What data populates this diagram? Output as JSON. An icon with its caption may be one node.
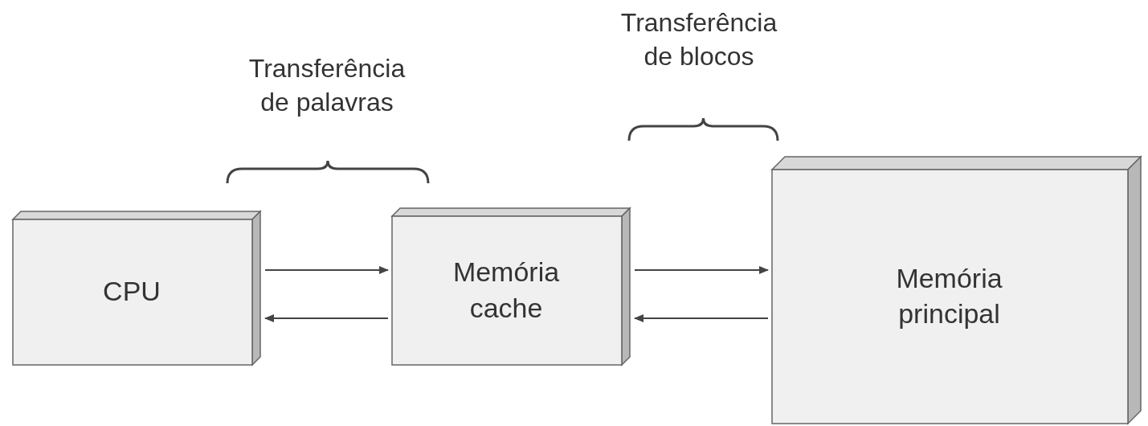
{
  "diagram": {
    "nodes": [
      {
        "text": [
          "CPU"
        ]
      },
      {
        "text": [
          "Memória cache"
        ]
      },
      {
        "text": [
          "Memória principal"
        ]
      }
    ],
    "edges": [
      {
        "from": 0,
        "to": 1,
        "arrow": "to"
      },
      {
        "from": 1,
        "to": 0,
        "arrow": "to"
      },
      {
        "from": 1,
        "to": 2,
        "arrow": "to"
      },
      {
        "from": 2,
        "to": 1,
        "arrow": "to"
      }
    ],
    "labels": [
      "Transferência de blocos",
      "Transferência de palavras"
    ]
  }
}
